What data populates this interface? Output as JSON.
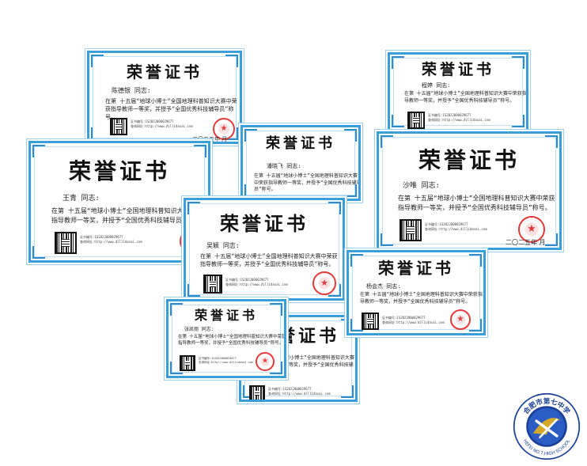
{
  "certificate_title": "荣誉证书",
  "greeting_suffix": "同志:",
  "body_text": "在第 十五届“地球小博士”全国地理科普知识大赛中荣获指导教师一等奖，并授予“全国优秀科技辅导员”称号。",
  "date_text": "二〇二五年 月",
  "qr_serial": "证书编号:1S2022000029677",
  "qr_site": "查询网址:http://www.dillidasai.com",
  "certificates": [
    {
      "name": "陈德银"
    },
    {
      "name": "程婷"
    },
    {
      "name": "潘晓飞"
    },
    {
      "name": "王青"
    },
    {
      "name": "沙唯"
    },
    {
      "name": "吴颖"
    },
    {
      "name": "杨会杰"
    },
    {
      "name": "张凯丽"
    },
    {
      "name": ""
    }
  ],
  "school_logo": {
    "text_cn": "合肥市第七中学",
    "text_en": "HEFEI NO.7 HIGH SCHOOL"
  },
  "colors": {
    "border_blue": "#3a9ed8",
    "seal_red": "#e23a3a",
    "logo_blue": "#1a3f96",
    "logo_gold": "#d4a82a"
  }
}
